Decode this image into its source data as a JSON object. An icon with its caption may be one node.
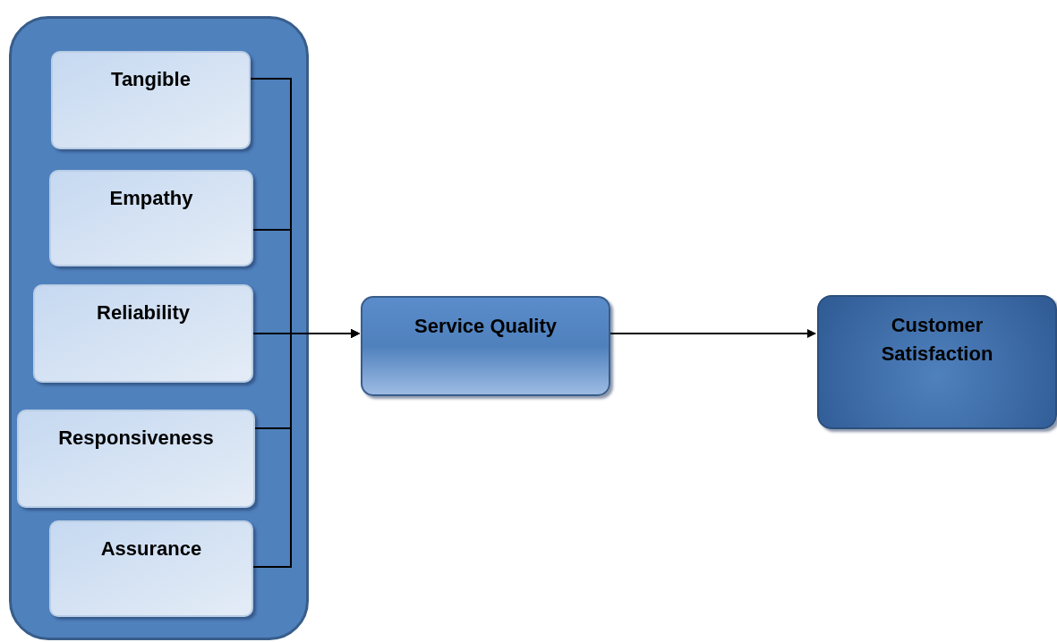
{
  "diagram": {
    "nodes": [
      {
        "text": [],
        "shape": "box"
      },
      {
        "text": [
          "Tangible"
        ],
        "in": 0
      },
      {
        "text": [
          "Empathy"
        ],
        "in": 0
      },
      {
        "text": [
          "Reliability"
        ],
        "in": 0
      },
      {
        "text": [
          "Responsiveness"
        ],
        "in": 0
      },
      {
        "text": [
          "Assurance"
        ],
        "in": 0
      },
      {
        "text": [
          "Service Quality"
        ]
      },
      {
        "text": [
          "Customer Satisfaction"
        ]
      }
    ],
    "edges": [
      {
        "from": 1,
        "to": 6,
        "arrow": "to"
      },
      {
        "from": 2,
        "to": 6,
        "arrow": "to"
      },
      {
        "from": 3,
        "to": 6,
        "arrow": "to"
      },
      {
        "from": 4,
        "to": 6,
        "arrow": "to"
      },
      {
        "from": 5,
        "to": 6,
        "arrow": "to"
      },
      {
        "from": 6,
        "to": 7,
        "arrow": "to"
      }
    ]
  }
}
